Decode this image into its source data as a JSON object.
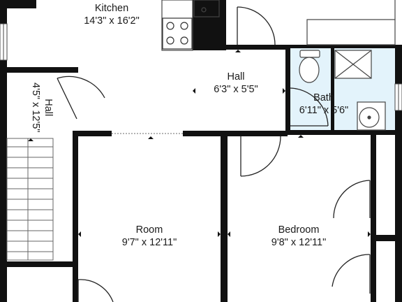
{
  "rooms": {
    "kitchen": {
      "name": "Kitchen",
      "size": "14'3\" x 16'2\""
    },
    "hall_center": {
      "name": "Hall",
      "size": "6'3\" x 5'5\""
    },
    "bath": {
      "name": "Bath",
      "size": "6'11\" x 5'6\""
    },
    "hall_left": {
      "name": "Hall",
      "size": "4'5\" x 12'5\""
    },
    "room": {
      "name": "Room",
      "size": "9'7\" x 12'11\""
    },
    "bedroom": {
      "name": "Bedroom",
      "size": "9'8\" x 12'11\""
    }
  },
  "colors": {
    "wall": "#111111",
    "bath_fill": "#e3f3fb",
    "fixture": "#444444"
  }
}
